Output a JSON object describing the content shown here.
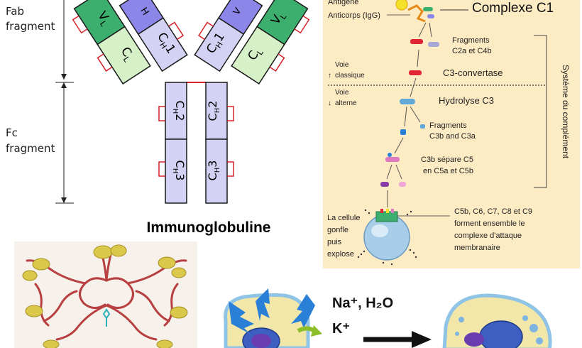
{
  "antibody": {
    "fab_label_line1": "Fab",
    "fab_label_line2": "fragment",
    "fc_label_line1": "Fc",
    "fc_label_line2": "fragment",
    "title": "Immunoglobuline",
    "domains": {
      "vl": "V",
      "vl_sub": "L",
      "vh": "V",
      "vh_sub": "H",
      "cl": "C",
      "cl_sub": "L",
      "ch1": "C",
      "ch1_sub": "H",
      "ch1_num": "1",
      "ch2": "C",
      "ch2_sub": "H",
      "ch2_num": "2",
      "ch3": "C",
      "ch3_sub": "H",
      "ch3_num": "3"
    }
  },
  "complement": {
    "title": "Complexe C1",
    "antigen": "Antigène",
    "antibody": "Anticorps (IgG)",
    "fragments_c2_c4_l1": "Fragments",
    "fragments_c2_c4_l2": "C2a et C4b",
    "voie_classique_l1": "Voie",
    "voie_classique_l2": "classique",
    "c3_convertase": "C3-convertase",
    "voie_alterne_l1": "Voie",
    "voie_alterne_l2": "alterne",
    "hydrolyse": "Hydrolyse C3",
    "fragments_c3_l1": "Fragments",
    "fragments_c3_l2": "C3b and C3a",
    "c3b_l1": "C3b sépare C5",
    "c3b_l2": "en C5a et C5b",
    "cell_l1": "La cellule",
    "cell_l2": "gonfle",
    "cell_l3": "puis",
    "cell_l4": "explose",
    "mac_l1": "C5b, C6, C7, C8 et C9",
    "mac_l2": "forment ensemble le",
    "mac_l3": "complexe d'attaque",
    "mac_l4": "membranaire",
    "side_label": "Système du complément"
  },
  "osmosis": {
    "label_in": "Na⁺, H₂O",
    "label_out": "K⁺"
  },
  "colors": {
    "light_domain": "#d6f0c8",
    "dark_domain": "#3caf6e",
    "heavy_domain": "#d4d2f4",
    "heavy_dark": "#8c86e8",
    "outline": "#1a1a1a",
    "hinge": "#d4232a",
    "panel_bg": "#fdebc4",
    "cell_fill": "#f2e7a8",
    "cell_border": "#8fc4e6",
    "arrow_blue": "#2a7fd6",
    "arrow_green": "#8cbf2a",
    "protein_red": "#b84040",
    "protein_yellow": "#d9c84a"
  }
}
